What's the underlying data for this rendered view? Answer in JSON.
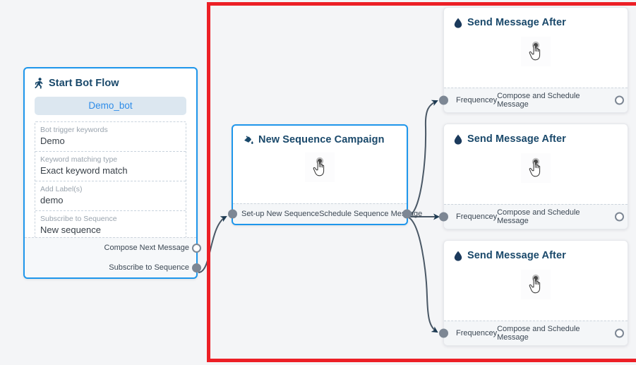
{
  "canvas": {
    "background_color": "#f4f5f7",
    "highlight_color": "#ec1f26"
  },
  "nodes": {
    "start_bot_flow": {
      "title": "Start Bot Flow",
      "icon": "running-person-icon",
      "bot_pill": "Demo_bot",
      "fields": [
        {
          "label": "Bot trigger keywords",
          "value": "Demo"
        },
        {
          "label": "Keyword matching type",
          "value": "Exact keyword match"
        },
        {
          "label": "Add Label(s)",
          "value": "demo"
        },
        {
          "label": "Subscribe to Sequence",
          "value": "New sequence"
        }
      ],
      "ports": [
        {
          "label": "Compose Next Message",
          "state": "hollow"
        },
        {
          "label": "Subscribe to Sequence",
          "state": "filled"
        }
      ]
    },
    "new_sequence_campaign": {
      "title": "New Sequence Campaign",
      "icon": "paint-pour-icon",
      "body_icon": "hand-pointer-cursor-icon",
      "ports": [
        {
          "label": "Set-up New Sequence",
          "state": "filled"
        },
        {
          "label": "Schedule Sequence Message",
          "state": "filled"
        }
      ]
    },
    "send_message_cards": [
      {
        "title": "Send Message After",
        "icon": "droplet-icon",
        "body_icon": "hand-pointer-cursor-icon",
        "in_port_label": "Frequencey",
        "out_port_label": "Compose and Schedule Message"
      },
      {
        "title": "Send Message After",
        "icon": "droplet-icon",
        "body_icon": "hand-pointer-cursor-icon",
        "in_port_label": "Frequencey",
        "out_port_label": "Compose and Schedule Message"
      },
      {
        "title": "Send Message After",
        "icon": "droplet-icon",
        "body_icon": "hand-pointer-cursor-icon",
        "in_port_label": "Frequencey",
        "out_port_label": "Compose and Schedule Message"
      }
    ]
  }
}
